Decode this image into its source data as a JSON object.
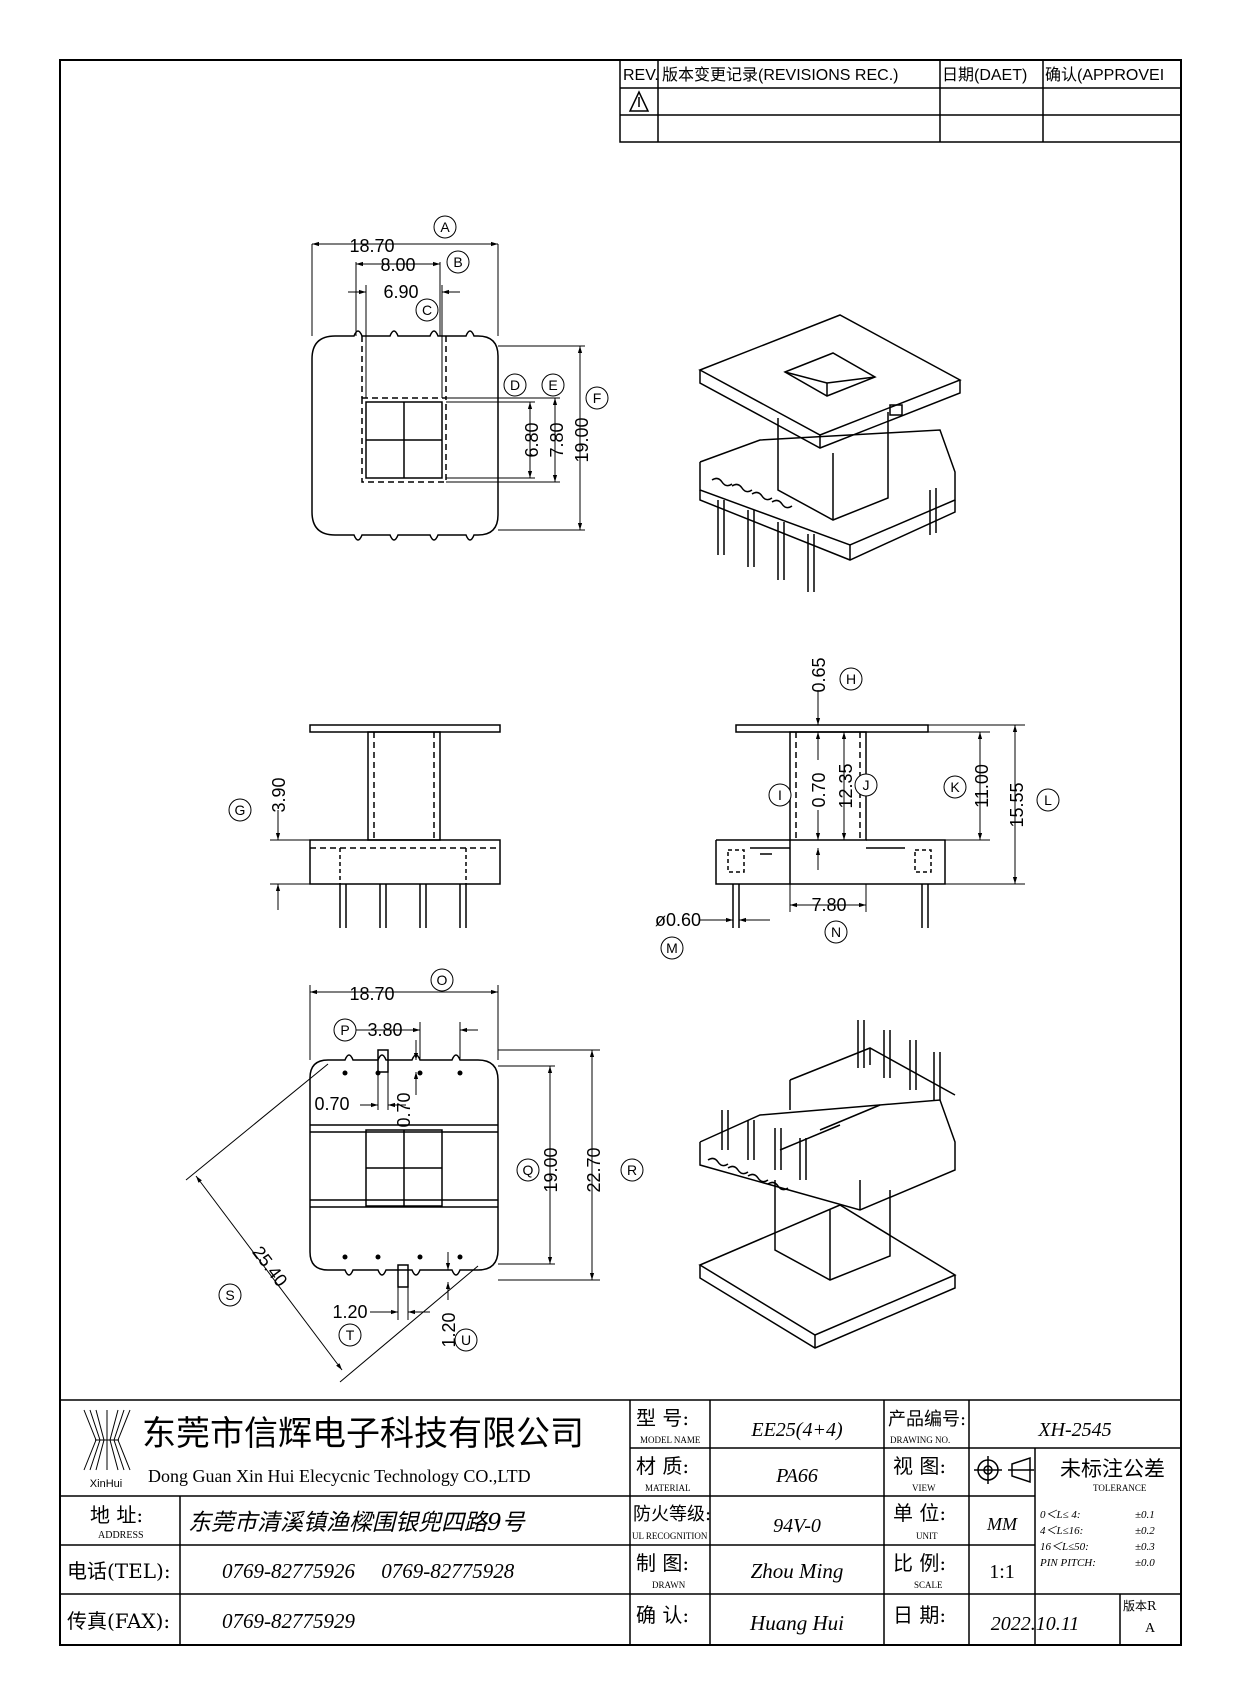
{
  "revisions": {
    "headers": [
      "REV.",
      "版本变更记录(REVISIONS REC.)",
      "日期(DAET)",
      "确认(APPROVEI"
    ]
  },
  "dimensions": {
    "A": "18.70",
    "B": "8.00",
    "C": "6.90",
    "D": "6.80",
    "E": "7.80",
    "F": "19.00",
    "G": "3.90",
    "H": "0.65",
    "I": "0.70",
    "J": "12.35",
    "K": "11.00",
    "L": "15.55",
    "M": "ø0.60",
    "N": "7.80",
    "O": "18.70",
    "P": "3.80",
    "P2": "0.70",
    "P3": "0.70",
    "Q": "19.00",
    "R": "22.70",
    "S": "25.40",
    "T": "1.20",
    "U": "1.20"
  },
  "callouts": [
    "A",
    "B",
    "C",
    "D",
    "E",
    "F",
    "G",
    "H",
    "I",
    "J",
    "K",
    "L",
    "M",
    "N",
    "O",
    "P",
    "Q",
    "R",
    "S",
    "T",
    "U"
  ],
  "title_block": {
    "logo_text": "XinHui",
    "company_cn": "东莞市信辉电子科技有限公司",
    "company_en": "Dong Guan Xin Hui Elecycnic Technology CO.,LTD",
    "address_label_cn": "地  址:",
    "address_label_en": "ADDRESS",
    "address": "东莞市清溪镇渔樑围银兜四路9号",
    "tel_label": "电话(TEL):",
    "tel": "0769-82775926     0769-82775928",
    "fax_label": "传真(FAX):",
    "fax": "0769-82775929",
    "model_label_cn": "型  号:",
    "model_label_en": "MODEL NAME",
    "model": "EE25(4+4)",
    "material_label_cn": "材  质:",
    "material_label_en": "MATERIAL",
    "material": "PA66",
    "ul_label_cn": "防火等级:",
    "ul_label_en": "UL RECOGNITION",
    "ul": "94V-0",
    "drawn_label_cn": "制  图:",
    "drawn_label_en": "DRAWN",
    "drawn": "Zhou Ming",
    "check_label_cn": "确  认:",
    "check": "Huang Hui",
    "drawing_no_label_cn": "产品编号:",
    "drawing_no_label_en": "DRAWING NO.",
    "drawing_no": "XH-2545",
    "view_label_cn": "视  图:",
    "view_label_en": "VIEW",
    "unit_label_cn": "单  位:",
    "unit_label_en": "UNIT",
    "unit": "MM",
    "scale_label_cn": "比  例:",
    "scale_label_en": "SCALE",
    "scale": "1:1",
    "date_label_cn": "日  期:",
    "date": "2022.10.11",
    "version_label": "版本R",
    "version": "A",
    "tolerance_cn": "未标注公差",
    "tolerance_en": "TOLERANCE",
    "tol_rows": [
      {
        "range": "0＜L≤ 4:",
        "tol": "±0.1"
      },
      {
        "range": "4＜L≤16:",
        "tol": "±0.2"
      },
      {
        "range": "16＜L≤50:",
        "tol": "±0.3"
      },
      {
        "range": "PIN PITCH:",
        "tol": "±0.0"
      }
    ]
  }
}
